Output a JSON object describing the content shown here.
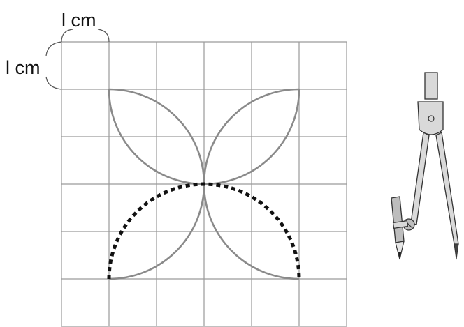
{
  "labels": {
    "top_dimension": "l cm",
    "side_dimension": "l cm"
  },
  "grid": {
    "columns": 6,
    "rows": 6
  },
  "colors": {
    "grid": "#9a9a9a",
    "petal_arc": "#8a8a8a",
    "dotted_arc": "#111111",
    "compass_body": "#d9d9d9",
    "pencil": "#bdbdbd"
  },
  "icons": {
    "drawing_tool": "compass-icon"
  }
}
